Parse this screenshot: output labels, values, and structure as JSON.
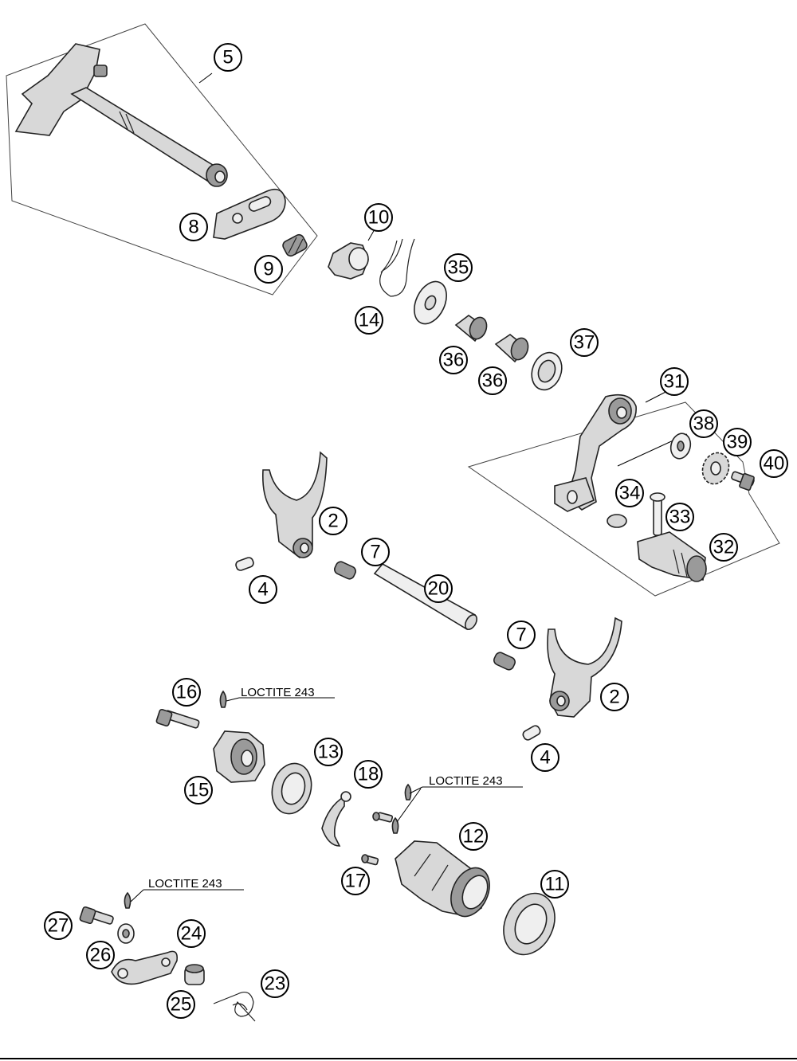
{
  "callouts": {
    "c5": "5",
    "c8": "8",
    "c9": "9",
    "c10": "10",
    "c14": "14",
    "c35": "35",
    "c36a": "36",
    "c36b": "36",
    "c37": "37",
    "c31": "31",
    "c38": "38",
    "c39": "39",
    "c40": "40",
    "c34": "34",
    "c33": "33",
    "c32": "32",
    "c2a": "2",
    "c7a": "7",
    "c4a": "4",
    "c20": "20",
    "c7b": "7",
    "c2b": "2",
    "c4b": "4",
    "c16": "16",
    "c15": "15",
    "c13": "13",
    "c18": "18",
    "c12": "12",
    "c17": "17",
    "c11": "11",
    "c27": "27",
    "c24": "24",
    "c26": "26",
    "c25": "25",
    "c23": "23"
  },
  "labels": {
    "loctite1": "LOCTITE 243",
    "loctite2": "LOCTITE 243",
    "loctite3": "LOCTITE 243"
  }
}
